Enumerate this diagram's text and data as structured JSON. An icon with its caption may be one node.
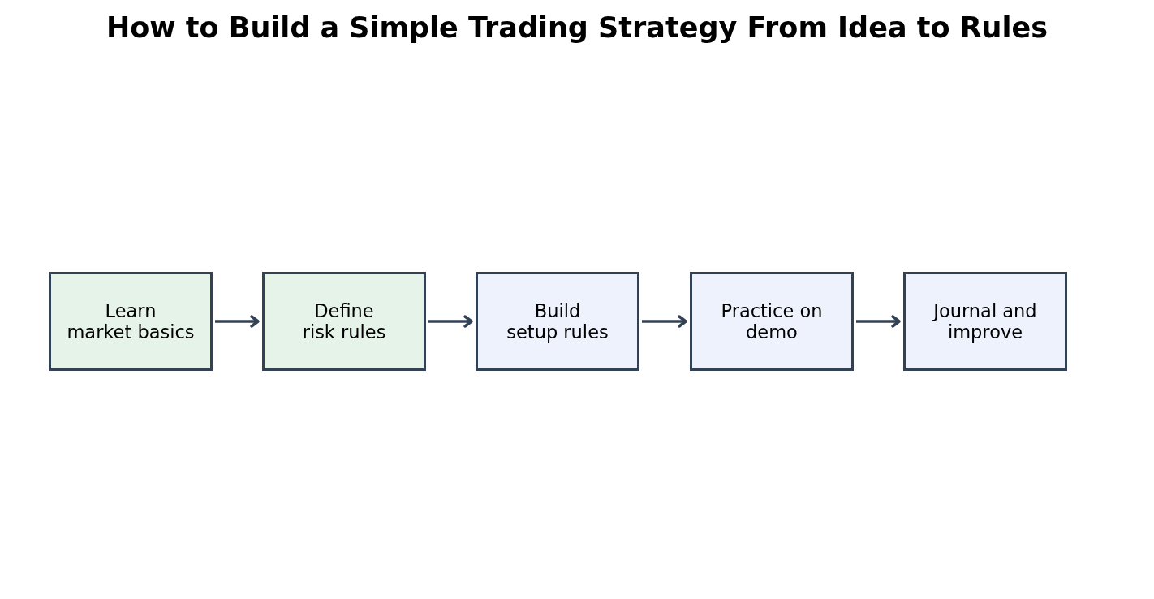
{
  "diagram": {
    "title": "How to Build a Simple Trading Strategy From Idea to Rules",
    "nodes": [
      {
        "text": [
          "Learn market basics"
        ]
      },
      {
        "text": [
          "Define risk rules"
        ]
      },
      {
        "text": [
          "Build setup rules"
        ]
      },
      {
        "text": [
          "Practice on demo"
        ]
      },
      {
        "text": [
          "Journal and improve"
        ]
      }
    ],
    "edges": [
      {
        "from": 0,
        "to": 1,
        "arrow": "to"
      },
      {
        "from": 1,
        "to": 2,
        "arrow": "to"
      },
      {
        "from": 2,
        "to": 3,
        "arrow": "to"
      },
      {
        "from": 3,
        "to": 4,
        "arrow": "to"
      }
    ]
  }
}
